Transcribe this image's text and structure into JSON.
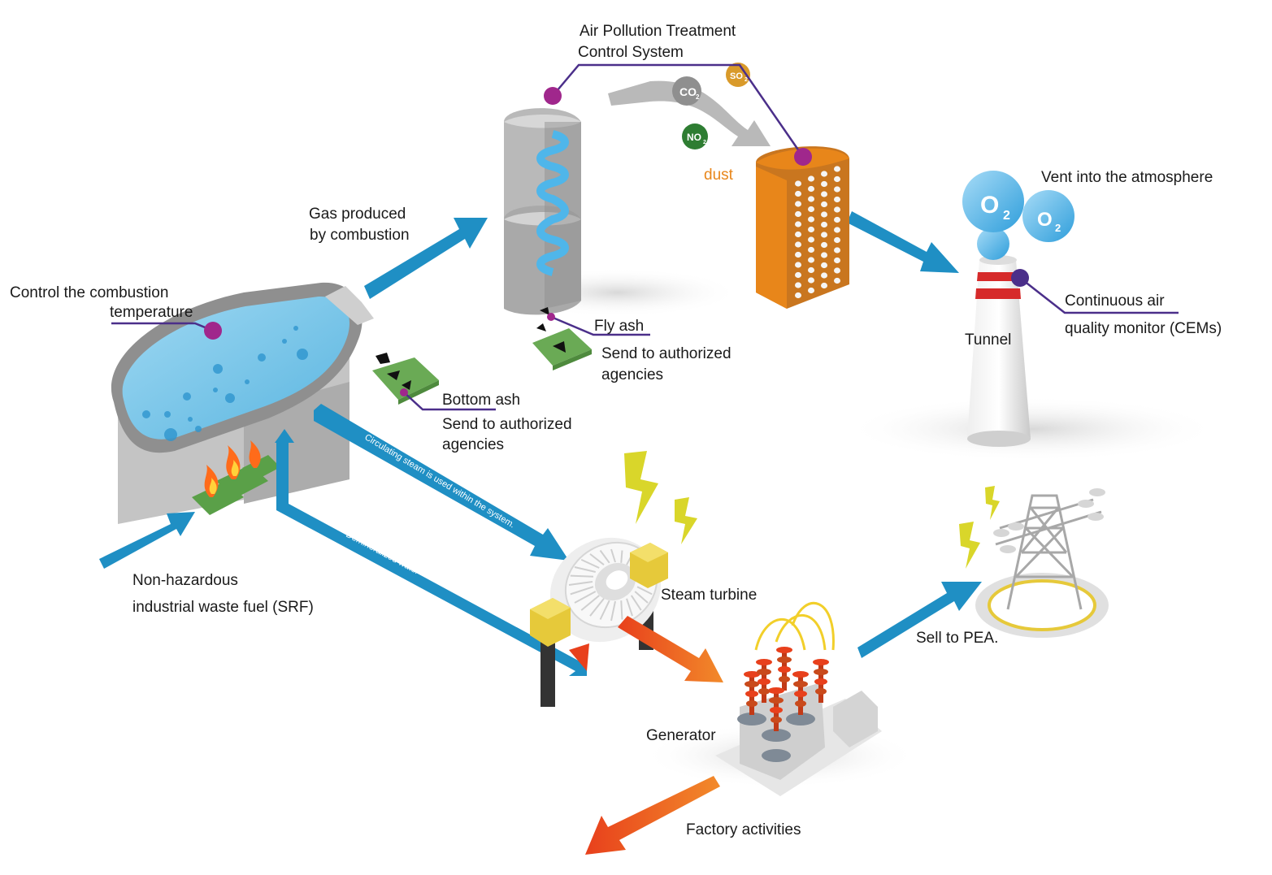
{
  "labels": {
    "air_pollution_line1": "Air Pollution Treatment",
    "air_pollution_line2": "Control System",
    "dust": "dust",
    "vent": "Vent into the atmosphere",
    "gas_line1": "Gas produced",
    "gas_line2": "by combustion",
    "control_temp_line1": "Control the combustion",
    "control_temp_line2": "temperature",
    "fly_ash": "Fly ash",
    "fly_ash_send_line1": "Send to authorized",
    "fly_ash_send_line2": "agencies",
    "bottom_ash": "Bottom ash",
    "bottom_ash_send_line1": "Send to authorized",
    "bottom_ash_send_line2": "agencies",
    "tunnel": "Tunnel",
    "cems_line1": "Continuous air",
    "cems_line2": "quality monitor (CEMs)",
    "fuel_line1": "Non-hazardous",
    "fuel_line2": "industrial waste fuel (SRF)",
    "steam_turbine": "Steam turbine",
    "generator": "Generator",
    "sell_pea": "Sell to PEA.",
    "factory": "Factory activities",
    "circulating_steam": "Circulating steam is used within the system.",
    "demineralized_water": "Demineralized water"
  },
  "molecules": {
    "co2": "CO",
    "co2_sub": "2",
    "so2": "SO",
    "so2_sub": "2",
    "no2": "NO",
    "no2_sub": "2",
    "o2": "O",
    "o2_sub": "2"
  },
  "icons": [
    "boiler",
    "fire-icon",
    "blue-arrow",
    "red-arrow",
    "scrubber",
    "dust-filter",
    "chimney",
    "o2-molecule",
    "co2-molecule",
    "so2-molecule",
    "no2-molecule",
    "steam-turbine",
    "generator",
    "transmission-tower",
    "lightning-icon",
    "ash-tray"
  ],
  "colors": {
    "arrow_blue": "#1f8fc4",
    "arrow_red": "#e8401c",
    "purple_marker": "#a0278c",
    "leader_line": "#4b2f8a",
    "filter_orange": "#e8861a",
    "o2_blue": "#4fb6ea",
    "lightning_yellow": "#d9d62a",
    "chimney_red": "#d62a2a"
  }
}
